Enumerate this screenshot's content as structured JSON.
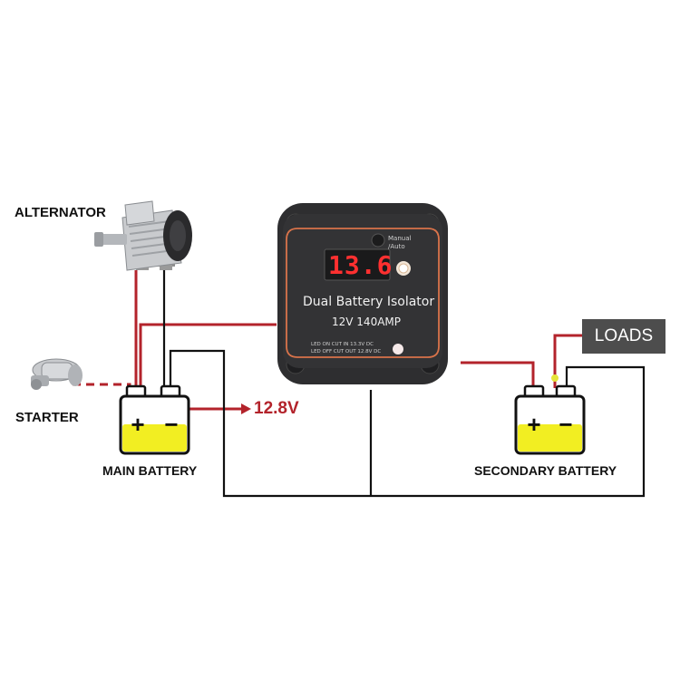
{
  "labels": {
    "alternator": "ALTERNATOR",
    "starter": "STARTER",
    "main_battery": "MAIN BATTERY",
    "secondary_battery": "SECONDARY BATTERY",
    "loads": "LOADS",
    "voltage_reading": "12.8V"
  },
  "isolator": {
    "display": "13.6",
    "mode_label_line1": "Manual",
    "mode_label_line2": "/Auto",
    "title": "Dual Battery Isolator",
    "rating": "12V  140AMP",
    "led_on": "LED ON CUT IN 13.3V DC",
    "led_off": "LED OFF CUT OUT 12.8V DC"
  },
  "battery": {
    "plus": "+",
    "minus": "−"
  },
  "colors": {
    "positive_wire": "#b3232b",
    "negative_wire": "#111111",
    "battery_fill": "#f2ee22",
    "isolator_body": "#2e2e30",
    "isolator_trim": "#d9734a",
    "display_digits": "#ff3030"
  }
}
